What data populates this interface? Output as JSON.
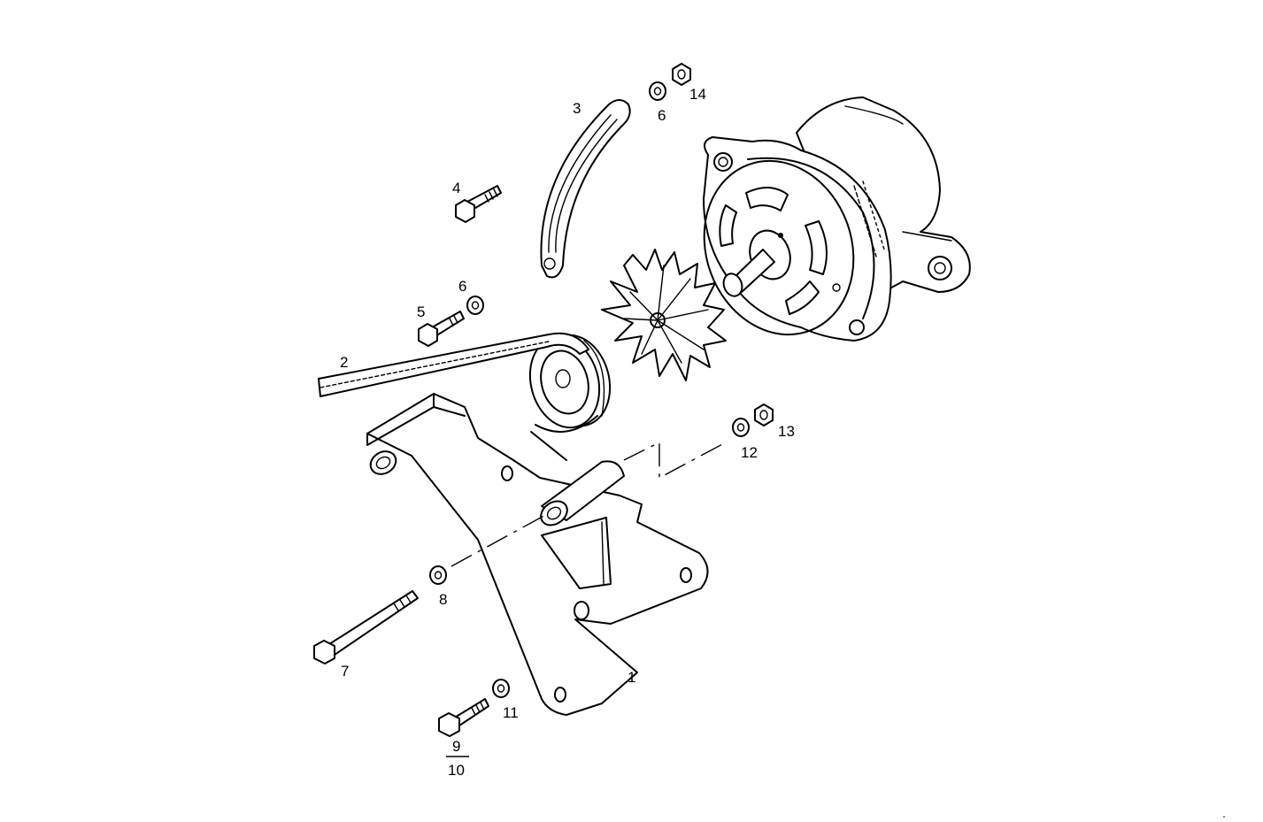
{
  "labels": {
    "l1": "1",
    "l2": "2",
    "l3": "3",
    "l4": "4",
    "l5": "5",
    "l6a": "6",
    "l6b": "6",
    "l7": "7",
    "l8": "8",
    "l9": "9",
    "l10": "10",
    "l11": "11",
    "l12": "12",
    "l13": "13",
    "l14": "14"
  },
  "colors": {
    "ink": "#000000",
    "paper": "#ffffff"
  }
}
